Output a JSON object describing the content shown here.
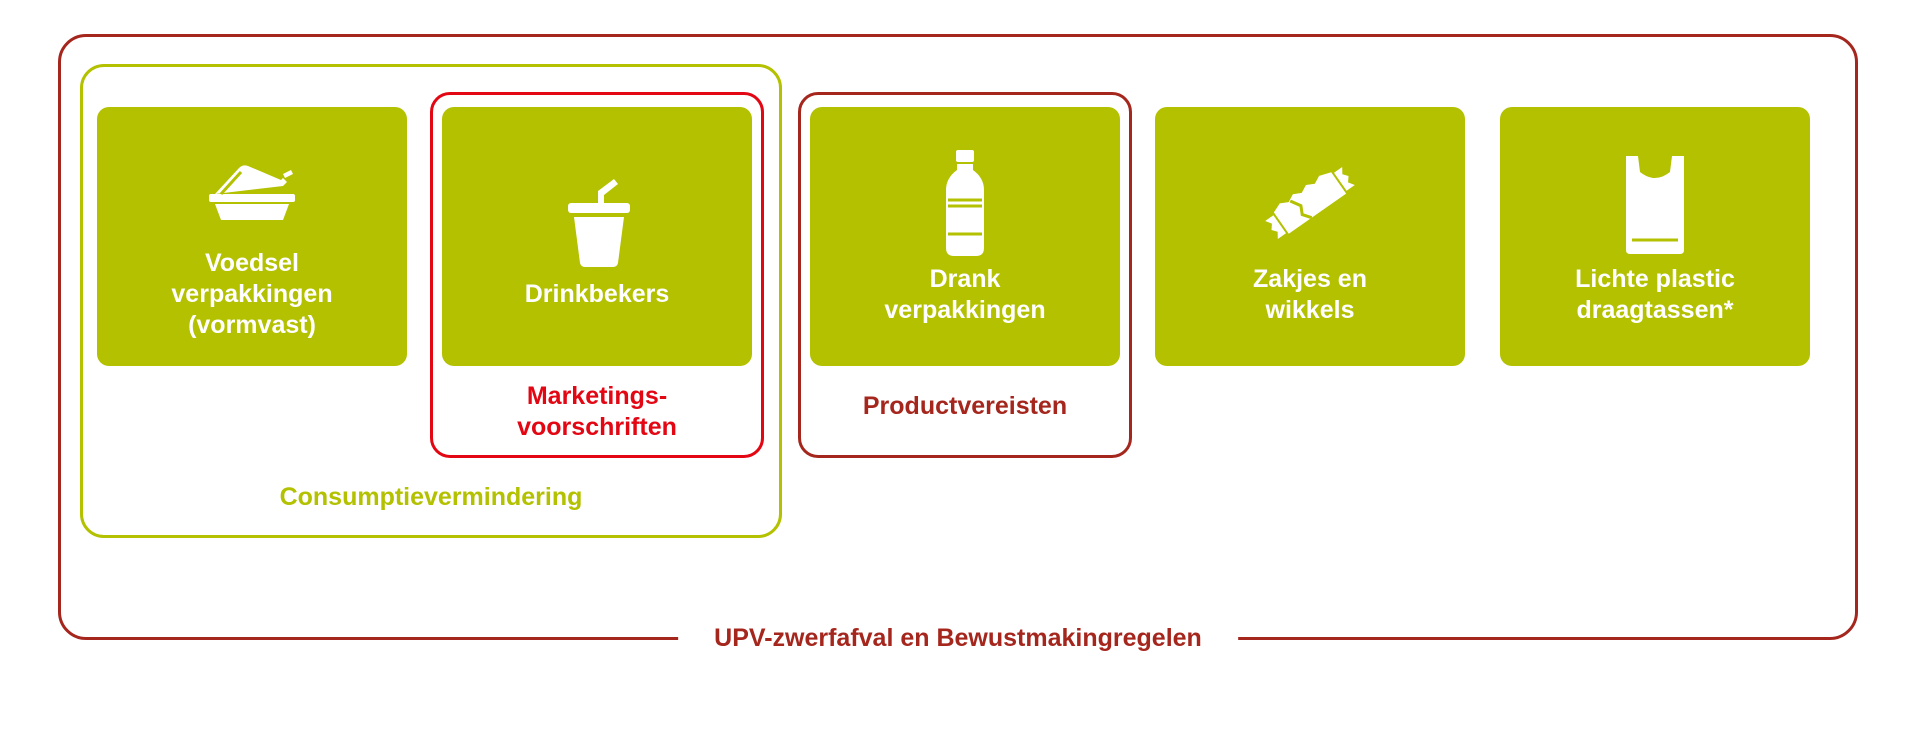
{
  "outer_frame": {
    "label": "UPV-zwerfafval en Bewustmakingregelen",
    "color": "#a5261d"
  },
  "groups": [
    {
      "label": "Consumptievermindering",
      "color": "#b3c100"
    },
    {
      "label": "Marketings-\nvoorschriften",
      "color": "#e30613"
    },
    {
      "label": "Productvereisten",
      "color": "#a5261d"
    }
  ],
  "tile_color": "#b3c100",
  "tiles": [
    {
      "label": "Voedsel\nverpakkingen\n(vormvast)",
      "icon": "food-container-icon"
    },
    {
      "label": "Drinkbekers",
      "icon": "drink-cup-icon"
    },
    {
      "label": "Drank\nverpakkingen",
      "icon": "bottle-icon"
    },
    {
      "label": "Zakjes en\nwikkels",
      "icon": "wrapper-icon"
    },
    {
      "label": "Lichte plastic\ndraagtassen*",
      "icon": "plastic-bag-icon"
    }
  ]
}
